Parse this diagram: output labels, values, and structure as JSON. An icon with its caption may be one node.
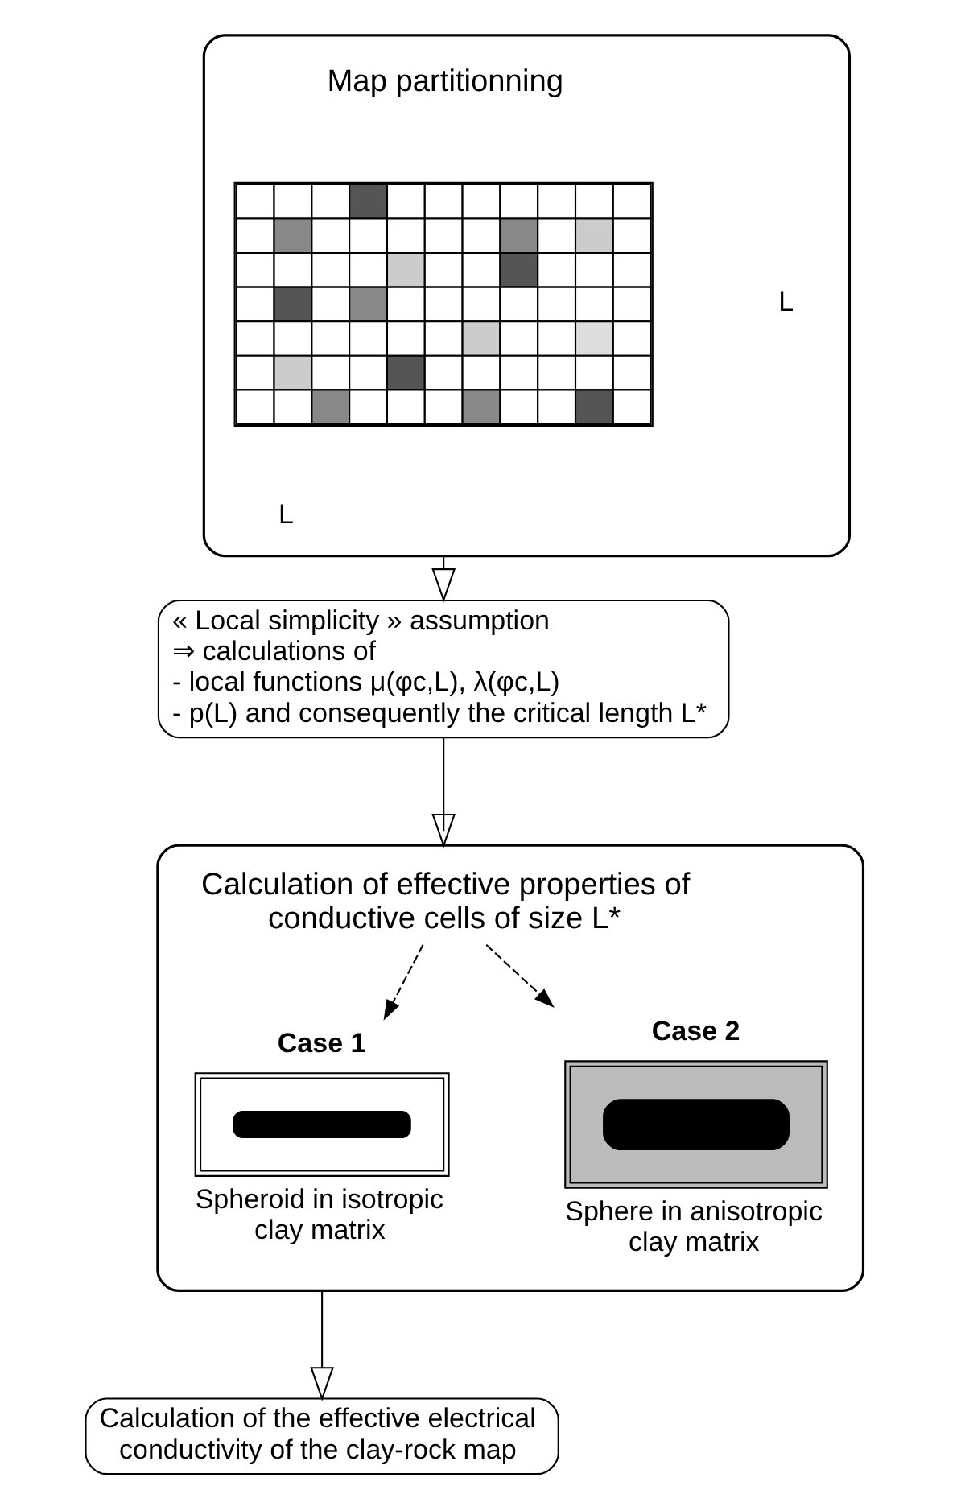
{
  "diagram": {
    "nodes": [
      {
        "text": [
          "Map partitionning"
        ]
      },
      {
        "text": [],
        "shape": "picture",
        "in": 0
      },
      {
        "text": [
          "« Local simplicity » assumption",
          "⇒ calculations of",
          "- local functions μ(φc,L), λ(φc,L)",
          "- p(L) and consequently the critical length L*"
        ]
      },
      {
        "text": [
          "Calculation of effective properties of conductive cells of size L*"
        ]
      },
      {
        "text": [
          "Case 1",
          "Spheroid in isotropic clay matrix"
        ],
        "in": 3
      },
      {
        "text": [
          "Case 2",
          "Sphere in anisotropic clay matrix"
        ],
        "in": 3
      },
      {
        "text": [
          "Calculation of the effective electrical conductivity of the clay-rock map"
        ]
      }
    ],
    "edges": [
      {
        "from": 0,
        "to": 2,
        "arrow": "to"
      },
      {
        "from": 2,
        "to": 3,
        "arrow": "to"
      },
      {
        "from": 3,
        "to": 4,
        "arrow": "to",
        "style": "dashed"
      },
      {
        "from": 3,
        "to": 5,
        "arrow": "to",
        "style": "dashed"
      },
      {
        "from": 3,
        "to": 6,
        "arrow": "to"
      }
    ],
    "labels": [
      "L",
      "L"
    ]
  }
}
